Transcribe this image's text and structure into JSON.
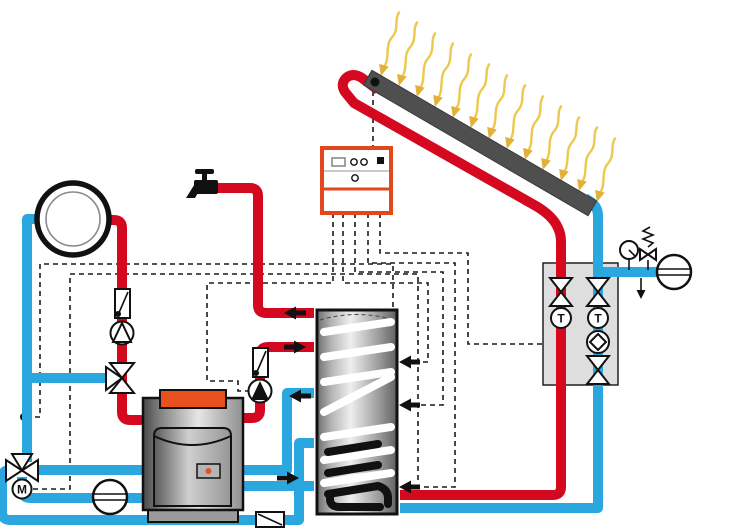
{
  "diagram": {
    "type": "hydraulic-schematic",
    "subject": "solar thermal combi heating system with boiler, storage tank, radiator circuit and solar pump station",
    "labels": {
      "motor_valve": "M",
      "thermometer_supply": "T",
      "thermometer_return": "T"
    },
    "colors": {
      "hot_pipe_red": "#d40920",
      "cold_pipe_blue": "#2ba7df",
      "sun_ray_yellow": "#ecc94e",
      "collector_gray": "#4f4f4f",
      "controller_orange": "#e2481c",
      "burner_orange": "#e8511d",
      "pump_station_gray": "#dedede",
      "wire_black": "#1a1a1a"
    },
    "sun_rays": {
      "count": 13
    },
    "components": [
      "solar-collector",
      "collector-sensor",
      "solar-controller",
      "storage-tank",
      "upper-heat-exchanger-coil",
      "solar-heat-exchanger-coil",
      "boiler",
      "boiler-pump",
      "radiator",
      "radiator-pump",
      "three-way-mixing-valve",
      "motorized-valve",
      "dhw-faucet",
      "check-valves",
      "solar-pump-station",
      "shutoff-valves",
      "thermometers",
      "solar-pump",
      "pressure-gauge",
      "safety-valve",
      "expansion-vessel-solar",
      "expansion-vessel-heating",
      "tank-temperature-sensors",
      "flow-direction-arrows"
    ]
  }
}
